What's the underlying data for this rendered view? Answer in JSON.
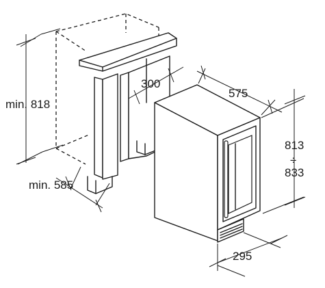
{
  "dimensions": {
    "niche_height": "min. 818",
    "niche_depth": "min. 585",
    "plinth_depth": "300",
    "unit_depth": "575",
    "unit_height_max": "813",
    "unit_height_separator": "÷",
    "unit_height_min": "833",
    "unit_width": "295"
  }
}
